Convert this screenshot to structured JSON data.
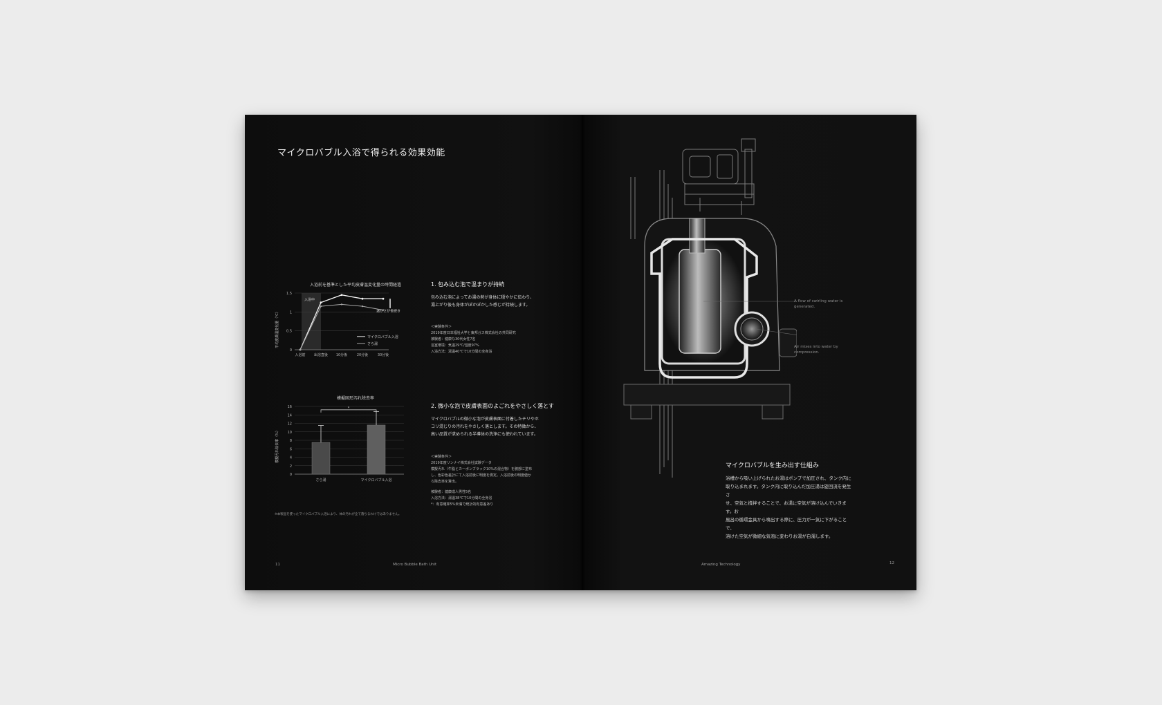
{
  "left_page": {
    "title": "マイクロバブル入浴で得られる効果効能",
    "chart1": {
      "title": "入浴前を基準とした平均皮膚温変化量の時間経過",
      "ylabel": "平均皮膚温変化量（℃）",
      "band_label": "入浴中",
      "range_label": "温かさが長続き",
      "legend": [
        "マイクロバブル入浴",
        "さら湯"
      ],
      "note": ""
    },
    "chart2": {
      "title": "模擬固形汚れ除去率",
      "ylabel": "模擬汚れ除去率（%）",
      "sig_label": "*",
      "note": "※本製品を使ったマイクロバブル入浴により、体の汚れが全て落ちるわけではありません。"
    },
    "section1": {
      "heading": "1. 包み込む泡で温まりが持続",
      "body": [
        "包み込む泡によってお湯の熱が身体に穏やかに伝わり、",
        "湯上がり後も身体がぽかぽかした感じが持続します。"
      ],
      "conditions": [
        "＜実験条件＞",
        "2019年度日本福祉大学と東邦ガス株式会社の共同研究",
        "被験者：健康な30代女性7名",
        "浴室環境：気温29℃/湿度97%",
        "入浴方法：湯温40℃で10分間の全身浴"
      ]
    },
    "section2": {
      "heading": "2. 微小な泡で皮膚表面のよごれをやさしく落とす",
      "body": [
        "マイクロバブルの微小な泡が皮膚表面に付着したチリやホ",
        "コリ混じりの汚れをやさしく落とします。その特徴から、",
        "高い品質が求められる半導体の洗浄にも使われています。"
      ],
      "conditions": [
        "＜実験条件＞",
        "2019年度リンナイ株式会社試験データ",
        "模擬汚れ（牛脂とカーボンブラック10%の混合物）を腕部に塗布",
        "し、色彩色差計にて入浴前後に明度を測定。入浴前後の明度値か",
        "ら除去率を算出。",
        "",
        "被験者：健康成人男性5名",
        "入浴方法：湯温38℃で10分間の全身浴",
        "*：有意確率5%未満で統計的有意差あり"
      ]
    },
    "folio_number": "11",
    "folio_text": "Micro Bubble Bath Unit"
  },
  "right_page": {
    "callout1": [
      "A flow of swirling water is",
      "generated."
    ],
    "callout2": [
      "Air mixes into water by",
      "compression."
    ],
    "mech_title": "マイクロバブルを生み出す仕組み",
    "mech_body": [
      "浴槽から吸い上げられたお湯はポンプで加圧され、タンク内に",
      "取り込まれます。タンク内に取り込んだ加圧湯は旋回流を発生さ",
      "せ、空気と撹拌することで、お湯に空気が溶け込んでいきます。お",
      "風呂の循環金具から噴出する際に、圧力が一気に下がることで、",
      "溶けた空気が微細な気泡に変わりお湯が白濁します。"
    ],
    "folio_text": "Amazing Technology",
    "folio_number": "12"
  },
  "chart_data": [
    {
      "type": "line",
      "title": "入浴前を基準とした平均皮膚温変化量の時間経過",
      "categories": [
        "入浴前",
        "出浴直後",
        "10分後",
        "20分後",
        "30分後"
      ],
      "ylabel": "平均皮膚温変化量（℃）",
      "yticks": [
        "0",
        "0.5",
        "1",
        "1.5"
      ],
      "ylim": [
        0,
        1.5
      ],
      "series": [
        {
          "name": "マイクロバブル入浴",
          "values": [
            0,
            1.25,
            1.45,
            1.35,
            1.35
          ]
        },
        {
          "name": "さら湯",
          "values": [
            0,
            1.15,
            1.2,
            1.15,
            1.05
          ]
        }
      ],
      "legend_position": "bottom-right",
      "grid": true
    },
    {
      "type": "bar",
      "title": "模擬固形汚れ除去率",
      "categories": [
        "さら湯",
        "マイクロバブル入浴"
      ],
      "ylabel": "模擬汚れ除去率（%）",
      "yticks": [
        "0",
        "2",
        "4",
        "6",
        "8",
        "10",
        "12",
        "14",
        "16"
      ],
      "ylim": [
        0,
        16
      ],
      "values": [
        7.5,
        11.6
      ],
      "errors": [
        4,
        3.2
      ],
      "grid": true
    }
  ],
  "colors": {
    "page": "#0e0e0e",
    "background": "#ececec",
    "line_light": "#f0f0f0",
    "bar": "#555555"
  }
}
